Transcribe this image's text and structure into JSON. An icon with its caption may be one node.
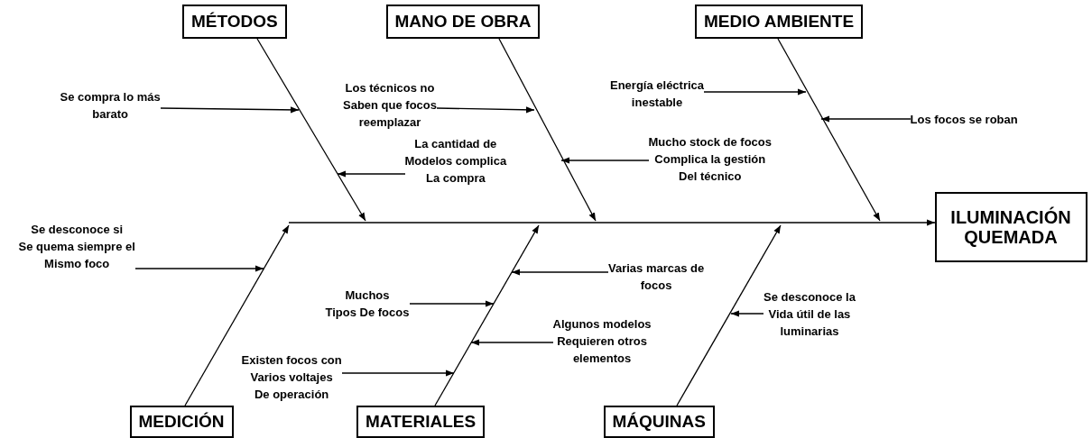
{
  "diagram": {
    "nodes": [
      {
        "text": [
          "MÉTODOS"
        ]
      },
      {
        "text": [
          "MANO DE OBRA"
        ]
      },
      {
        "text": [
          "MEDIO AMBIENTE"
        ]
      },
      {
        "text": [
          "Se compra lo más barato"
        ]
      },
      {
        "text": [
          "Los técnicos no Saben que focos reemplazar"
        ]
      },
      {
        "text": [
          "Energía eléctrica inestable"
        ]
      },
      {
        "text": [
          "Los focos se roban"
        ]
      },
      {
        "text": [
          "La cantidad de Modelos complica La compra"
        ]
      },
      {
        "text": [
          "Mucho stock de focos Complica la gestión Del técnico"
        ]
      },
      {
        "text": [
          "ILUMINACIÓN QUEMADA"
        ]
      },
      {
        "text": [
          "Se desconoce si Se quema siempre el Mismo foco"
        ]
      },
      {
        "text": [
          "Varias marcas de focos"
        ]
      },
      {
        "text": [
          "Muchos Tipos De focos"
        ]
      },
      {
        "text": [
          "Se desconoce la Vida útil de las luminarias"
        ]
      },
      {
        "text": [
          "Algunos modelos Requieren otros elementos"
        ]
      },
      {
        "text": [
          "Existen focos con Varios voltajes De operación"
        ]
      },
      {
        "text": [
          "MEDICIÓN"
        ]
      },
      {
        "text": [
          "MATERIALES"
        ]
      },
      {
        "text": [
          "MÁQUINAS"
        ]
      }
    ],
    "edges": [
      {
        "from": 0,
        "to": null,
        "arrow": "to"
      },
      {
        "from": 1,
        "to": null,
        "arrow": "to"
      },
      {
        "from": 2,
        "to": null,
        "arrow": "to"
      },
      {
        "from": null,
        "to": 9,
        "arrow": "to"
      },
      {
        "from": 16,
        "to": null,
        "arrow": "to"
      },
      {
        "from": 17,
        "to": null,
        "arrow": "to"
      },
      {
        "from": 18,
        "to": null,
        "arrow": "to"
      },
      {
        "from": 3,
        "to": null,
        "arrow": "to"
      },
      {
        "from": 4,
        "to": null,
        "arrow": "to"
      },
      {
        "from": 5,
        "to": null,
        "arrow": "to"
      },
      {
        "from": 6,
        "to": null,
        "arrow": "to"
      },
      {
        "from": 7,
        "to": null,
        "arrow": "to"
      },
      {
        "from": 8,
        "to": null,
        "arrow": "to"
      },
      {
        "from": 10,
        "to": null,
        "arrow": "to"
      },
      {
        "from": 11,
        "to": null,
        "arrow": "to"
      },
      {
        "from": 12,
        "to": null,
        "arrow": "to"
      },
      {
        "from": 13,
        "to": null,
        "arrow": "to"
      },
      {
        "from": 14,
        "to": null,
        "arrow": "to"
      },
      {
        "from": 15,
        "to": null,
        "arrow": "to"
      }
    ]
  }
}
